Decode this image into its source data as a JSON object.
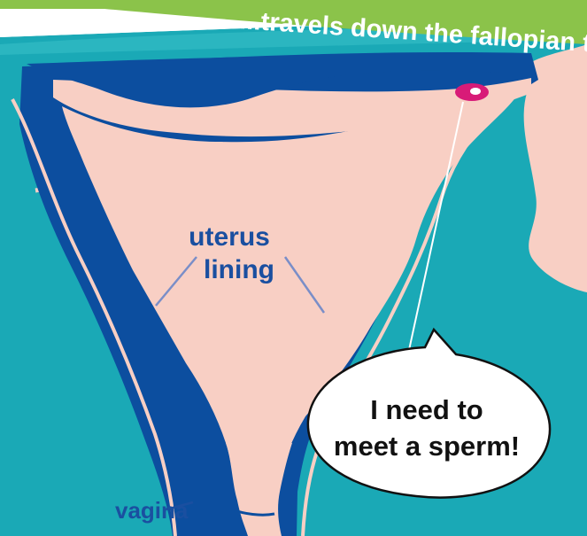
{
  "banner": {
    "text": "...travels down the fallopian tube"
  },
  "labels": {
    "uterus_line1": "uterus",
    "uterus_line2": "lining",
    "vagina": "vagina"
  },
  "speech_bubble": {
    "line1": "I need to",
    "line2": "meet a sperm!"
  },
  "colors": {
    "background_teal": "#1aa9b6",
    "outer_wall_blue": "#0c4e9f",
    "tissue_pink": "#f8cfc4",
    "banner_green": "#8bc34a",
    "label_blue": "#1a4fa0",
    "egg_magenta": "#d81b78"
  }
}
